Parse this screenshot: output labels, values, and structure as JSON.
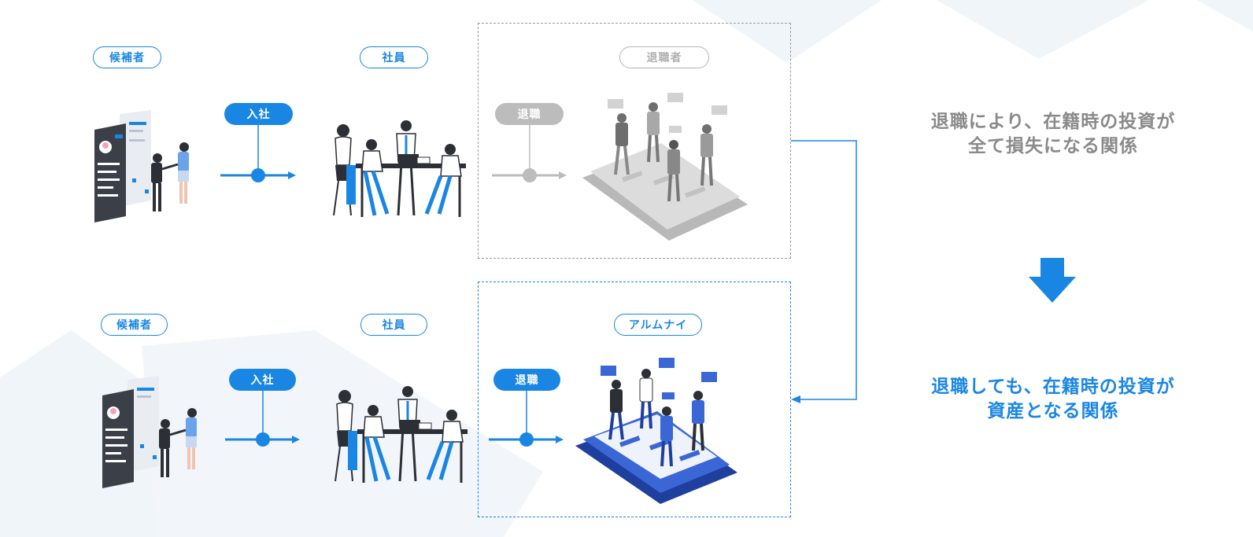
{
  "colors": {
    "accent": "#1a86e4",
    "muted": "#bcbcbc",
    "text_gray": "#8a8a8a"
  },
  "top_row": {
    "candidate_label": "候補者",
    "employee_label": "社員",
    "retiree_label": "退職者",
    "join_label": "入社",
    "leave_label": "退職"
  },
  "bottom_row": {
    "candidate_label": "候補者",
    "employee_label": "社員",
    "alumni_label": "アルムナイ",
    "join_label": "入社",
    "leave_label": "退職"
  },
  "messages": {
    "top_line1": "退職により、在籍時の投資が",
    "top_line2": "全て損失になる関係",
    "bottom_line1": "退職しても、在籍時の投資が",
    "bottom_line2": "資産となる関係"
  },
  "icons": {
    "arrow": "down-arrow-icon",
    "candidate": "candidate-handshake-illustration",
    "employee": "team-meeting-illustration",
    "community": "phone-community-illustration"
  }
}
